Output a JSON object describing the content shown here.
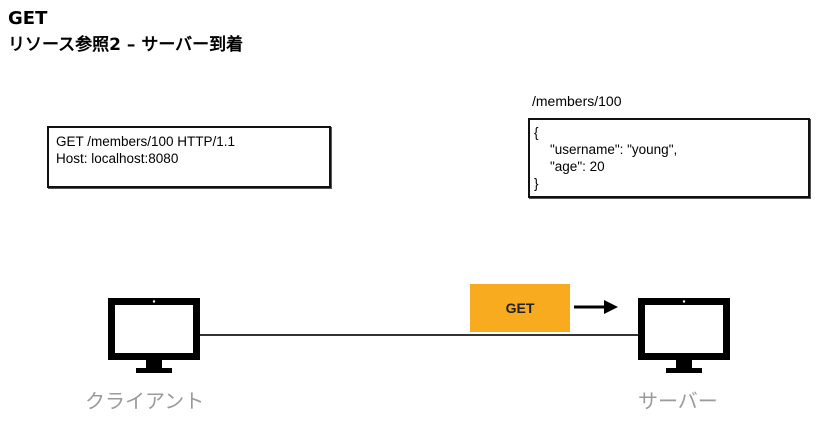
{
  "title": "GET",
  "subtitle": "リソース参照2 – サーバー到着",
  "request": {
    "line1": "GET /members/100 HTTP/1.1",
    "line2": "Host: localhost:8080"
  },
  "resource": {
    "path": "/members/100",
    "json_open": "{",
    "json_line1": "\"username\": \"young\",",
    "json_line2": "\"age\": 20",
    "json_close": "}"
  },
  "message": {
    "method": "GET"
  },
  "nodes": {
    "client": "クライアント",
    "server": "サーバー"
  },
  "colors": {
    "method_badge": "#f8ab1f",
    "caption": "#9a9a9a"
  },
  "icons": [
    "monitor-icon",
    "arrow-right-icon"
  ]
}
